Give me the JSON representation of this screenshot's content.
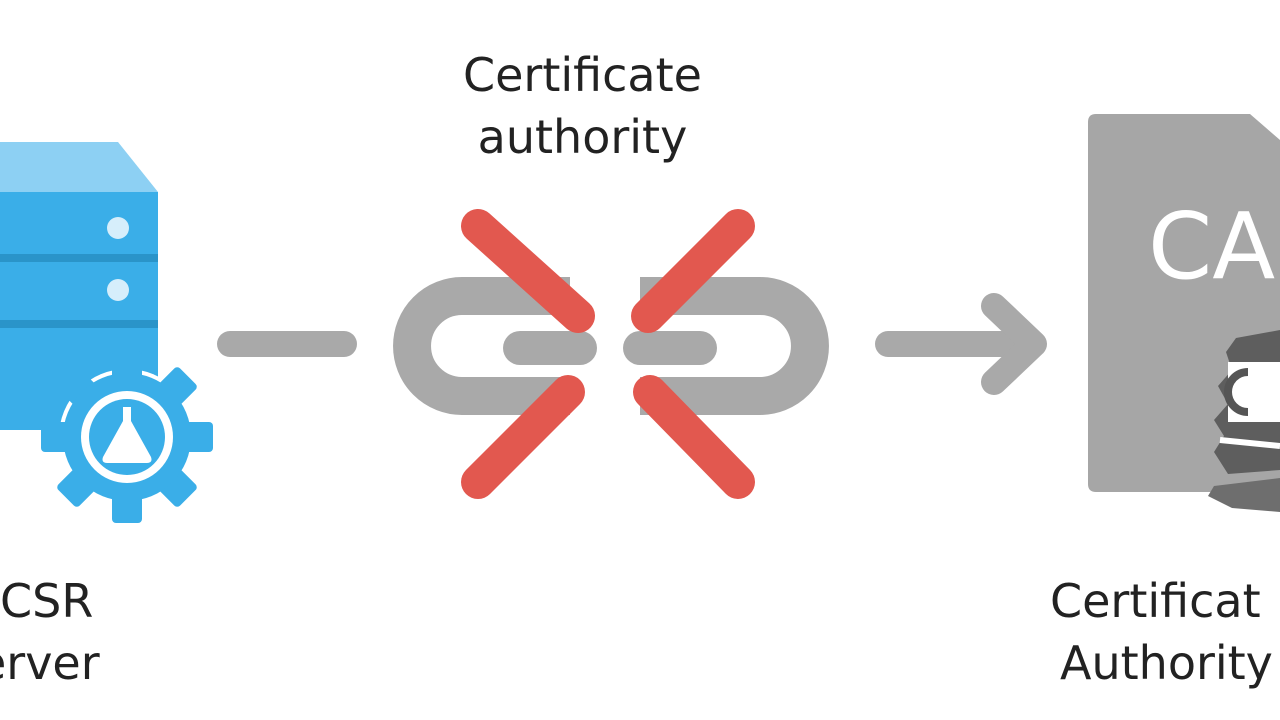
{
  "top_label": {
    "line1": "Certificate",
    "line2": "authority"
  },
  "left_label": {
    "line1": "CSR",
    "line2": "erver"
  },
  "right_label": {
    "line1": "Certificat",
    "line2": "Authority"
  },
  "document_badge": "CA",
  "colors": {
    "server_blue": "#3aaee8",
    "server_top": "#8dd0f3",
    "chain_gray": "#a9a9a9",
    "cross_red": "#e2584f",
    "document_gray": "#a6a6a6",
    "text": "#222222"
  },
  "icons": {
    "server": "server-icon",
    "gear": "gear-icon",
    "broken_link": "broken-link-icon",
    "arrow": "arrow-right-icon",
    "certificate": "certificate-document-icon",
    "seal": "seal-icon"
  }
}
